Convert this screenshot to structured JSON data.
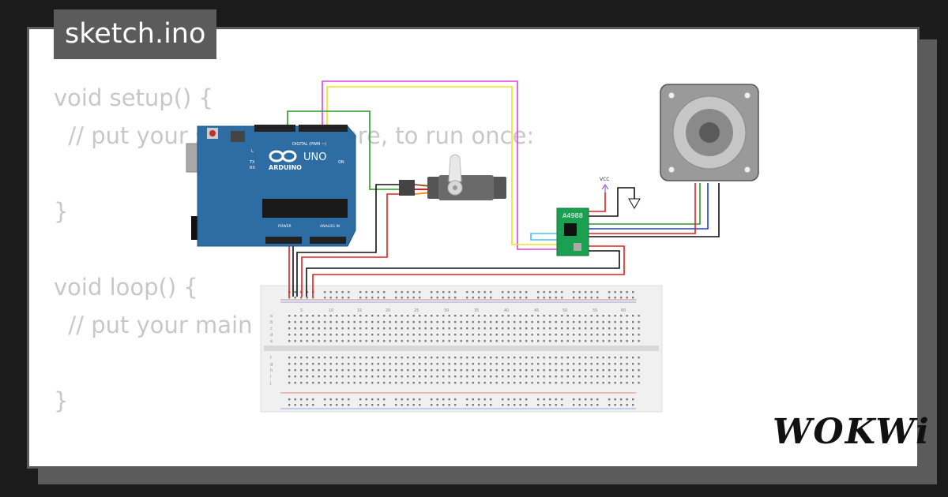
{
  "tab": {
    "title": "sketch.ino"
  },
  "code": {
    "lines": [
      "void setup() {",
      "  // put your setup code here, to run once:",
      "",
      "}",
      "",
      "void loop() {",
      "  // put your main code here, to run repeatedly:",
      "",
      "}"
    ]
  },
  "arduino": {
    "brand": "ARDUINO",
    "model": "UNO",
    "digital_label": "DIGITAL (PWM ~)",
    "power_label": "POWER",
    "analog_label": "ANALOG IN",
    "on_label": "ON",
    "led_l": "L",
    "led_tx": "TX",
    "led_rx": "RX"
  },
  "driver": {
    "label": "A4988"
  },
  "vcc": {
    "label": "VCC"
  },
  "breadboard": {
    "column_numbers": [
      "5",
      "10",
      "15",
      "20",
      "25",
      "30",
      "35",
      "40",
      "45",
      "50",
      "55",
      "60"
    ],
    "row_letters_top": [
      "a",
      "b",
      "c",
      "d",
      "e"
    ],
    "row_letters_bottom": [
      "f",
      "g",
      "h",
      "i",
      "j"
    ]
  },
  "logo": {
    "text": "WOKWi"
  },
  "colors": {
    "board_blue": "#2d6da3",
    "wire_magenta": "#e040e0",
    "wire_yellow": "#f0e020",
    "wire_green": "#2a9a2a",
    "wire_red": "#e02020",
    "wire_black": "#111111",
    "wire_blue": "#2040d0",
    "wire_cyan": "#40c8e8",
    "driver_green": "#1aa050"
  }
}
